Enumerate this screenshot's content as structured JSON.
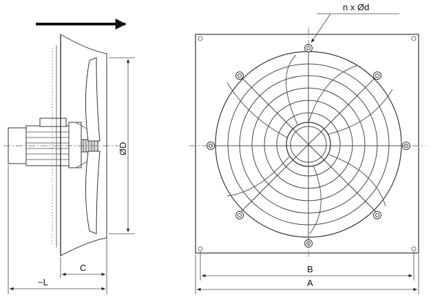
{
  "labels": {
    "holes": "n x  Ød",
    "diameter": "ØD",
    "dim_c": "C",
    "dim_l": "~L",
    "dim_b": "B",
    "dim_a": "A"
  },
  "icons": {
    "airflow": "arrow-right-icon"
  },
  "colors": {
    "line": "#333333",
    "background": "#ffffff"
  }
}
